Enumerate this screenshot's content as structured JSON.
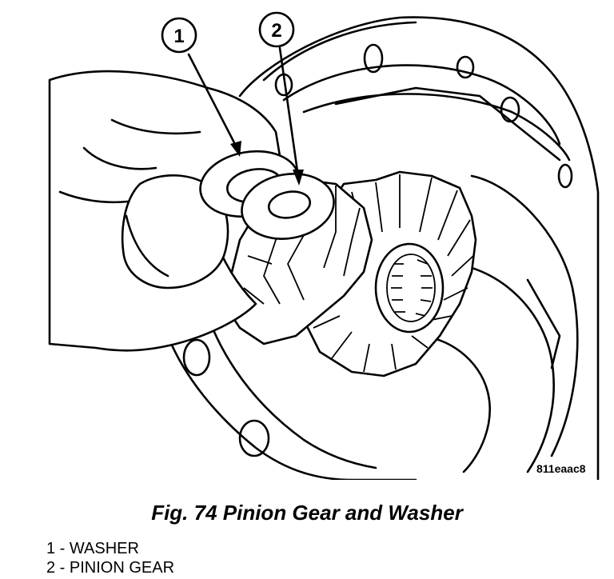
{
  "figure": {
    "caption": "Fig. 74 Pinion Gear and Washer",
    "code": "811eaac8"
  },
  "callouts": [
    {
      "number": "1",
      "label": "WASHER"
    },
    {
      "number": "2",
      "label": "PINION GEAR"
    }
  ],
  "legend": [
    {
      "number": "1",
      "separator": " - ",
      "label": "WASHER"
    },
    {
      "number": "2",
      "separator": " - ",
      "label": "PINION GEAR"
    }
  ]
}
